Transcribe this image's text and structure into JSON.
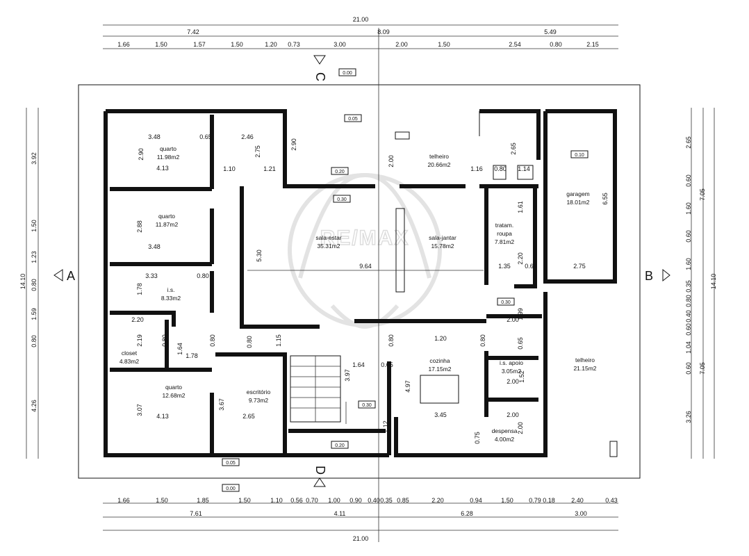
{
  "watermark": {
    "text": "RE/MAX"
  },
  "section_markers": {
    "a": "A",
    "b": "B",
    "c": "C",
    "d": "D"
  },
  "levels": {
    "c_level": "0.00",
    "d_level": "0.00",
    "top": "0.05",
    "bottom": "0.05",
    "porch_top": "0.20",
    "porch_bottom": "0.20",
    "hall": "0.30",
    "stair": "0.30",
    "garage": "0.10",
    "service": "0.30"
  },
  "rooms": {
    "quarto1": {
      "name": "quarto",
      "area": "11.98m2",
      "dims": [
        "3.48",
        "0.65",
        "2.90",
        "4.13"
      ]
    },
    "wc1": {
      "dims": [
        "2.46",
        "2.75",
        "1.10",
        "1.21"
      ]
    },
    "quarto2": {
      "name": "quarto",
      "area": "11.87m2",
      "dims": [
        "2.88",
        "3.48"
      ]
    },
    "is": {
      "name": "i.s.",
      "area": "8.33m2",
      "dims": [
        "3.33",
        "0.80",
        "1.78"
      ]
    },
    "closet": {
      "name": "closet",
      "area": "4.83m2",
      "dims": [
        "2.20",
        "2.19",
        "0.80",
        "1.64",
        "1.78",
        "0.80"
      ]
    },
    "quarto3": {
      "name": "quarto",
      "area": "12.68m2",
      "dims": [
        "3.07",
        "4.13"
      ]
    },
    "escritorio": {
      "name": "escritório",
      "area": "9.73m2",
      "dims": [
        "3.67",
        "2.65",
        "0.80",
        "1.15"
      ]
    },
    "sala_estar": {
      "name": "sala-estar",
      "area": "35.31m2",
      "dims": [
        "5.30",
        "9.64"
      ]
    },
    "sala_jantar": {
      "name": "sala-jantar",
      "area": "15.78m2"
    },
    "telheiro1": {
      "name": "telheiro",
      "area": "20.66m2",
      "dims": [
        "2.90",
        "2.00",
        "2.65",
        "1.16",
        "0.80",
        "1.14"
      ]
    },
    "tratam": {
      "name": "tratam.",
      "name2": "roupa",
      "area": "7.81m2",
      "dims": [
        "1.61",
        "2.20",
        "1.35",
        "0.65"
      ]
    },
    "garagem": {
      "name": "garagem",
      "area": "18.01m2",
      "dims": [
        "6.55",
        "2.75"
      ]
    },
    "cozinha": {
      "name": "cozinha",
      "area": "17.15m2",
      "dims": [
        "1.20",
        "0.80",
        "4.97",
        "3.45",
        "0.80"
      ]
    },
    "is_apoio": {
      "name": "i.s. apoio",
      "area": "3.05m2",
      "dims": [
        "2.00",
        "1.99",
        "0.65",
        "1.52",
        "2.00"
      ]
    },
    "despensa": {
      "name": "despensa",
      "area": "4.00m2",
      "dims": [
        "2.00",
        "2.00",
        "0.75"
      ]
    },
    "telheiro2": {
      "name": "telheiro",
      "area": "21.15m2"
    },
    "stairs": {
      "dims": [
        "3.97",
        "1.64",
        "0.65",
        "1.12"
      ]
    }
  },
  "dims_top": {
    "overall": "21.00",
    "mid": [
      "7.42",
      "8.09",
      "5.49"
    ],
    "detail": [
      "1.66",
      "1.50",
      "1.57",
      "1.50",
      "1.20",
      "0.73",
      "3.00",
      "2.00",
      "1.50",
      "2.54",
      "0.80",
      "2.15"
    ]
  },
  "dims_bottom": {
    "detail": [
      "1.66",
      "1.50",
      "1.85",
      "1.50",
      "1.10",
      "0.56",
      "0.70",
      "1.00",
      "0.90",
      "0.40",
      "0.35",
      "0.85",
      "2.20",
      "0.94",
      "1.50",
      "0.79",
      "0.18",
      "2.40",
      "0.43"
    ],
    "mid": [
      "7.61",
      "4.11",
      "6.28",
      "3.00"
    ],
    "overall": "21.00"
  },
  "dims_left": {
    "overall": "14.10",
    "mid": [
      "3.92",
      "1.50",
      "1.23",
      "0.80",
      "1.59",
      "0.80",
      "4.26"
    ]
  },
  "dims_right": {
    "overall": "14.10",
    "mid": [
      "7.05",
      "7.05"
    ],
    "detail": [
      "2.65",
      "0.60",
      "1.60",
      "0.60",
      "1.60",
      "0.35",
      "0.80",
      "0.40",
      "0.60",
      "1.04",
      "0.60",
      "3.26"
    ]
  }
}
